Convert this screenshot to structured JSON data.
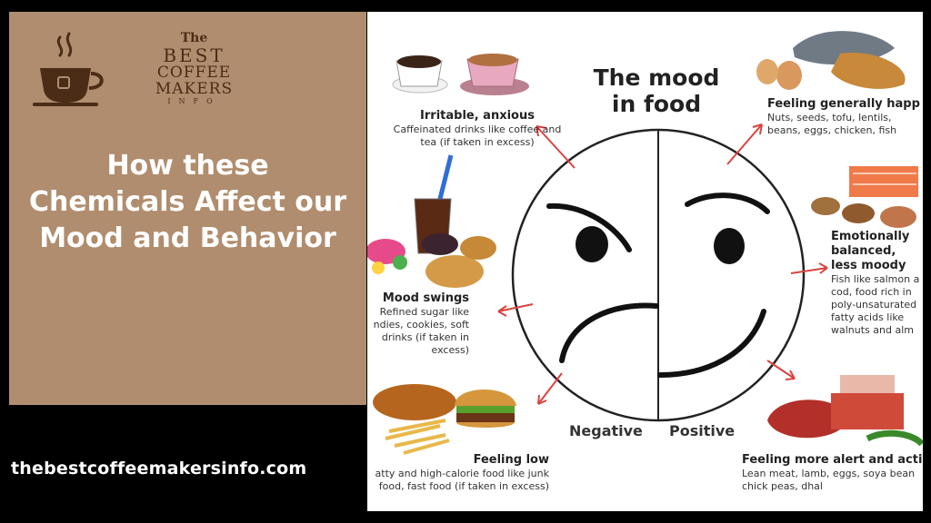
{
  "logo": {
    "the": "The",
    "best": "BEST",
    "coffee_makers": "COFFEE MAKERS",
    "info": "INFO"
  },
  "headline": "How these Chemicals Affect our Mood and Behavior",
  "site_url": "thebestcoffeemakersinfo.com",
  "infographic": {
    "title": "The mood in food",
    "negative_label": "Negative",
    "positive_label": "Positive",
    "moods": {
      "irritable": {
        "heading": "Irritable, anxious",
        "desc": "Caffeinated drinks like coffee and tea (if taken in excess)"
      },
      "mood_swings": {
        "heading": "Mood swings",
        "desc": "Refined sugar like ndies, cookies, soft drinks (if taken in excess)"
      },
      "feeling_low": {
        "heading": "Feeling low",
        "desc": "atty and high-calorie food like junk food, fast food (if taken in excess)"
      },
      "happy": {
        "heading": "Feeling generally happ",
        "desc": "Nuts, seeds, tofu, lentils, beans, eggs, chicken, fish"
      },
      "balanced": {
        "heading": "Emotionally balanced, less moody",
        "desc": "Fish like salmon a cod, food rich in poly-unsaturated fatty acids like walnuts and alm"
      },
      "alert": {
        "heading": "Feeling more alert and acti",
        "desc": "Lean meat, lamb, eggs, soya bean chick peas, dhal"
      }
    }
  },
  "colors": {
    "panel": "#b08d6e",
    "background": "#000000",
    "logo": "#4a2c17",
    "arrow": "#d9423f"
  }
}
